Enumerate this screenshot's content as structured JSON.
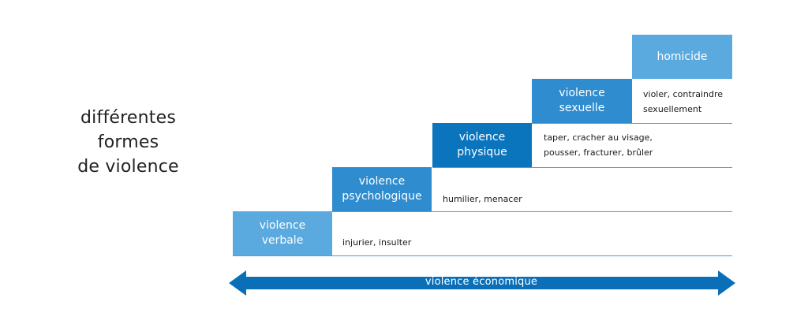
{
  "title": {
    "line1": "différentes",
    "line2": "formes",
    "line3": "de violence"
  },
  "steps": [
    {
      "line1": "violence",
      "line2": "verbale",
      "description": [
        "injurier, insulter"
      ]
    },
    {
      "line1": "violence",
      "line2": "psychologique",
      "description": [
        "humilier, menacer"
      ]
    },
    {
      "line1": "violence",
      "line2": "physique",
      "description": [
        "taper, cracher au visage,",
        "pousser, fracturer, brûler"
      ]
    },
    {
      "line1": "violence",
      "line2": "sexuelle",
      "description": [
        "violer, contraindre",
        "sexuellement"
      ]
    },
    {
      "line1": "homicide",
      "line2": "",
      "description": []
    }
  ],
  "arrow": {
    "label": "violence économique"
  },
  "colors": {
    "light_blue": "#5aa9df",
    "mid_blue": "#2f8ccf",
    "dark_blue": "#0a74bd",
    "arrow_blue": "#0a6fb8",
    "line_blue": "#4b9fd8",
    "title_text": "#222222"
  }
}
